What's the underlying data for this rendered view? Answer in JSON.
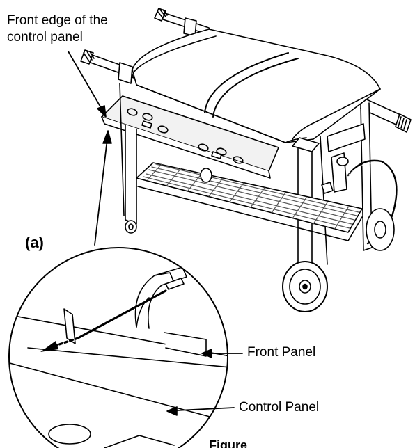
{
  "labels": {
    "front_edge_line1": "Front edge of the",
    "front_edge_line2": "control panel",
    "detail_marker": "(a)",
    "front_panel": "Front Panel",
    "control_panel": "Control Panel",
    "figure_caption": "Figure"
  },
  "colors": {
    "ink": "#000000",
    "paper": "#ffffff",
    "shelf_top": "#555555",
    "panel_fill": "#f2f2f2"
  }
}
